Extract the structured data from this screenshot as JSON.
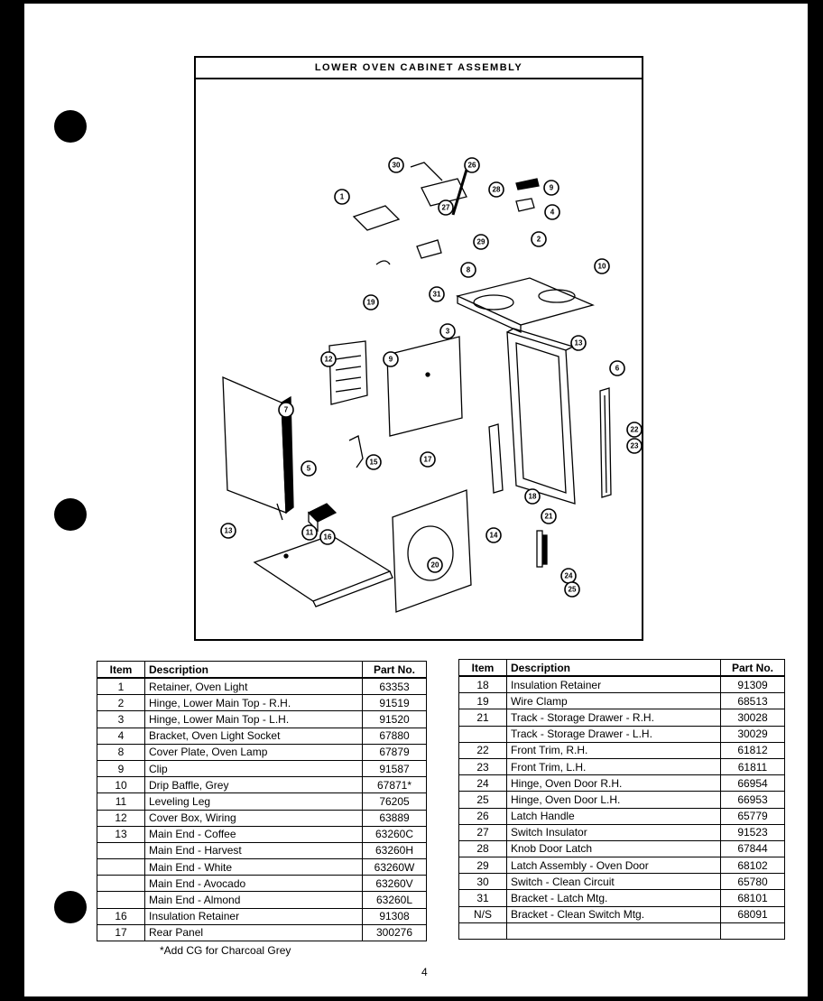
{
  "diagram": {
    "title": "LOWER OVEN CABINET ASSEMBLY",
    "callout_labels": [
      "30",
      "26",
      "28",
      "27",
      "29",
      "1",
      "9",
      "4",
      "2",
      "8",
      "10",
      "31",
      "19",
      "3",
      "13",
      "6",
      "12",
      "9",
      "7",
      "17",
      "22",
      "23",
      "5",
      "15",
      "18",
      "21",
      "13",
      "11",
      "16",
      "14",
      "20",
      "24",
      "25"
    ]
  },
  "parts_table_left": {
    "headers": [
      "Item",
      "Description",
      "Part No."
    ],
    "rows": [
      {
        "item": "1",
        "description": "Retainer, Oven Light",
        "part_no": "63353"
      },
      {
        "item": "2",
        "description": "Hinge, Lower Main Top - R.H.",
        "part_no": "91519"
      },
      {
        "item": "3",
        "description": "Hinge, Lower Main Top - L.H.",
        "part_no": "91520"
      },
      {
        "item": "4",
        "description": "Bracket, Oven Light Socket",
        "part_no": "67880"
      },
      {
        "item": "8",
        "description": "Cover Plate, Oven Lamp",
        "part_no": "67879"
      },
      {
        "item": "9",
        "description": "Clip",
        "part_no": "91587"
      },
      {
        "item": "10",
        "description": "Drip Baffle, Grey",
        "part_no": "67871*"
      },
      {
        "item": "11",
        "description": "Leveling Leg",
        "part_no": "76205"
      },
      {
        "item": "12",
        "description": "Cover Box, Wiring",
        "part_no": "63889"
      },
      {
        "item": "13",
        "description": "Main End - Coffee",
        "part_no": "63260C"
      },
      {
        "item": "",
        "description": "Main End - Harvest",
        "part_no": "63260H"
      },
      {
        "item": "",
        "description": "Main End - White",
        "part_no": "63260W"
      },
      {
        "item": "",
        "description": "Main End - Avocado",
        "part_no": "63260V"
      },
      {
        "item": "",
        "description": "Main End - Almond",
        "part_no": "63260L"
      },
      {
        "item": "16",
        "description": "Insulation Retainer",
        "part_no": "91308"
      },
      {
        "item": "17",
        "description": "Rear Panel",
        "part_no": "300276"
      }
    ]
  },
  "parts_table_right": {
    "headers": [
      "Item",
      "Description",
      "Part No."
    ],
    "rows": [
      {
        "item": "18",
        "description": "Insulation Retainer",
        "part_no": "91309"
      },
      {
        "item": "19",
        "description": "Wire Clamp",
        "part_no": "68513"
      },
      {
        "item": "21",
        "description": "Track - Storage Drawer - R.H.",
        "part_no": "30028"
      },
      {
        "item": "",
        "description": "Track - Storage Drawer - L.H.",
        "part_no": "30029"
      },
      {
        "item": "22",
        "description": "Front Trim, R.H.",
        "part_no": "61812"
      },
      {
        "item": "23",
        "description": "Front Trim, L.H.",
        "part_no": "61811"
      },
      {
        "item": "24",
        "description": "Hinge, Oven Door R.H.",
        "part_no": "66954"
      },
      {
        "item": "25",
        "description": "Hinge, Oven Door L.H.",
        "part_no": "66953"
      },
      {
        "item": "26",
        "description": "Latch Handle",
        "part_no": "65779"
      },
      {
        "item": "27",
        "description": "Switch Insulator",
        "part_no": "91523"
      },
      {
        "item": "28",
        "description": "Knob Door Latch",
        "part_no": "67844"
      },
      {
        "item": "29",
        "description": "Latch Assembly - Oven Door",
        "part_no": "68102"
      },
      {
        "item": "30",
        "description": "Switch - Clean Circuit",
        "part_no": "65780"
      },
      {
        "item": "31",
        "description": "Bracket - Latch Mtg.",
        "part_no": "68101"
      },
      {
        "item": "N/S",
        "description": "Bracket - Clean Switch Mtg.",
        "part_no": "68091"
      },
      {
        "item": "",
        "description": "",
        "part_no": ""
      }
    ]
  },
  "footnote": "*Add CG for Charcoal Grey",
  "page_number": "4"
}
